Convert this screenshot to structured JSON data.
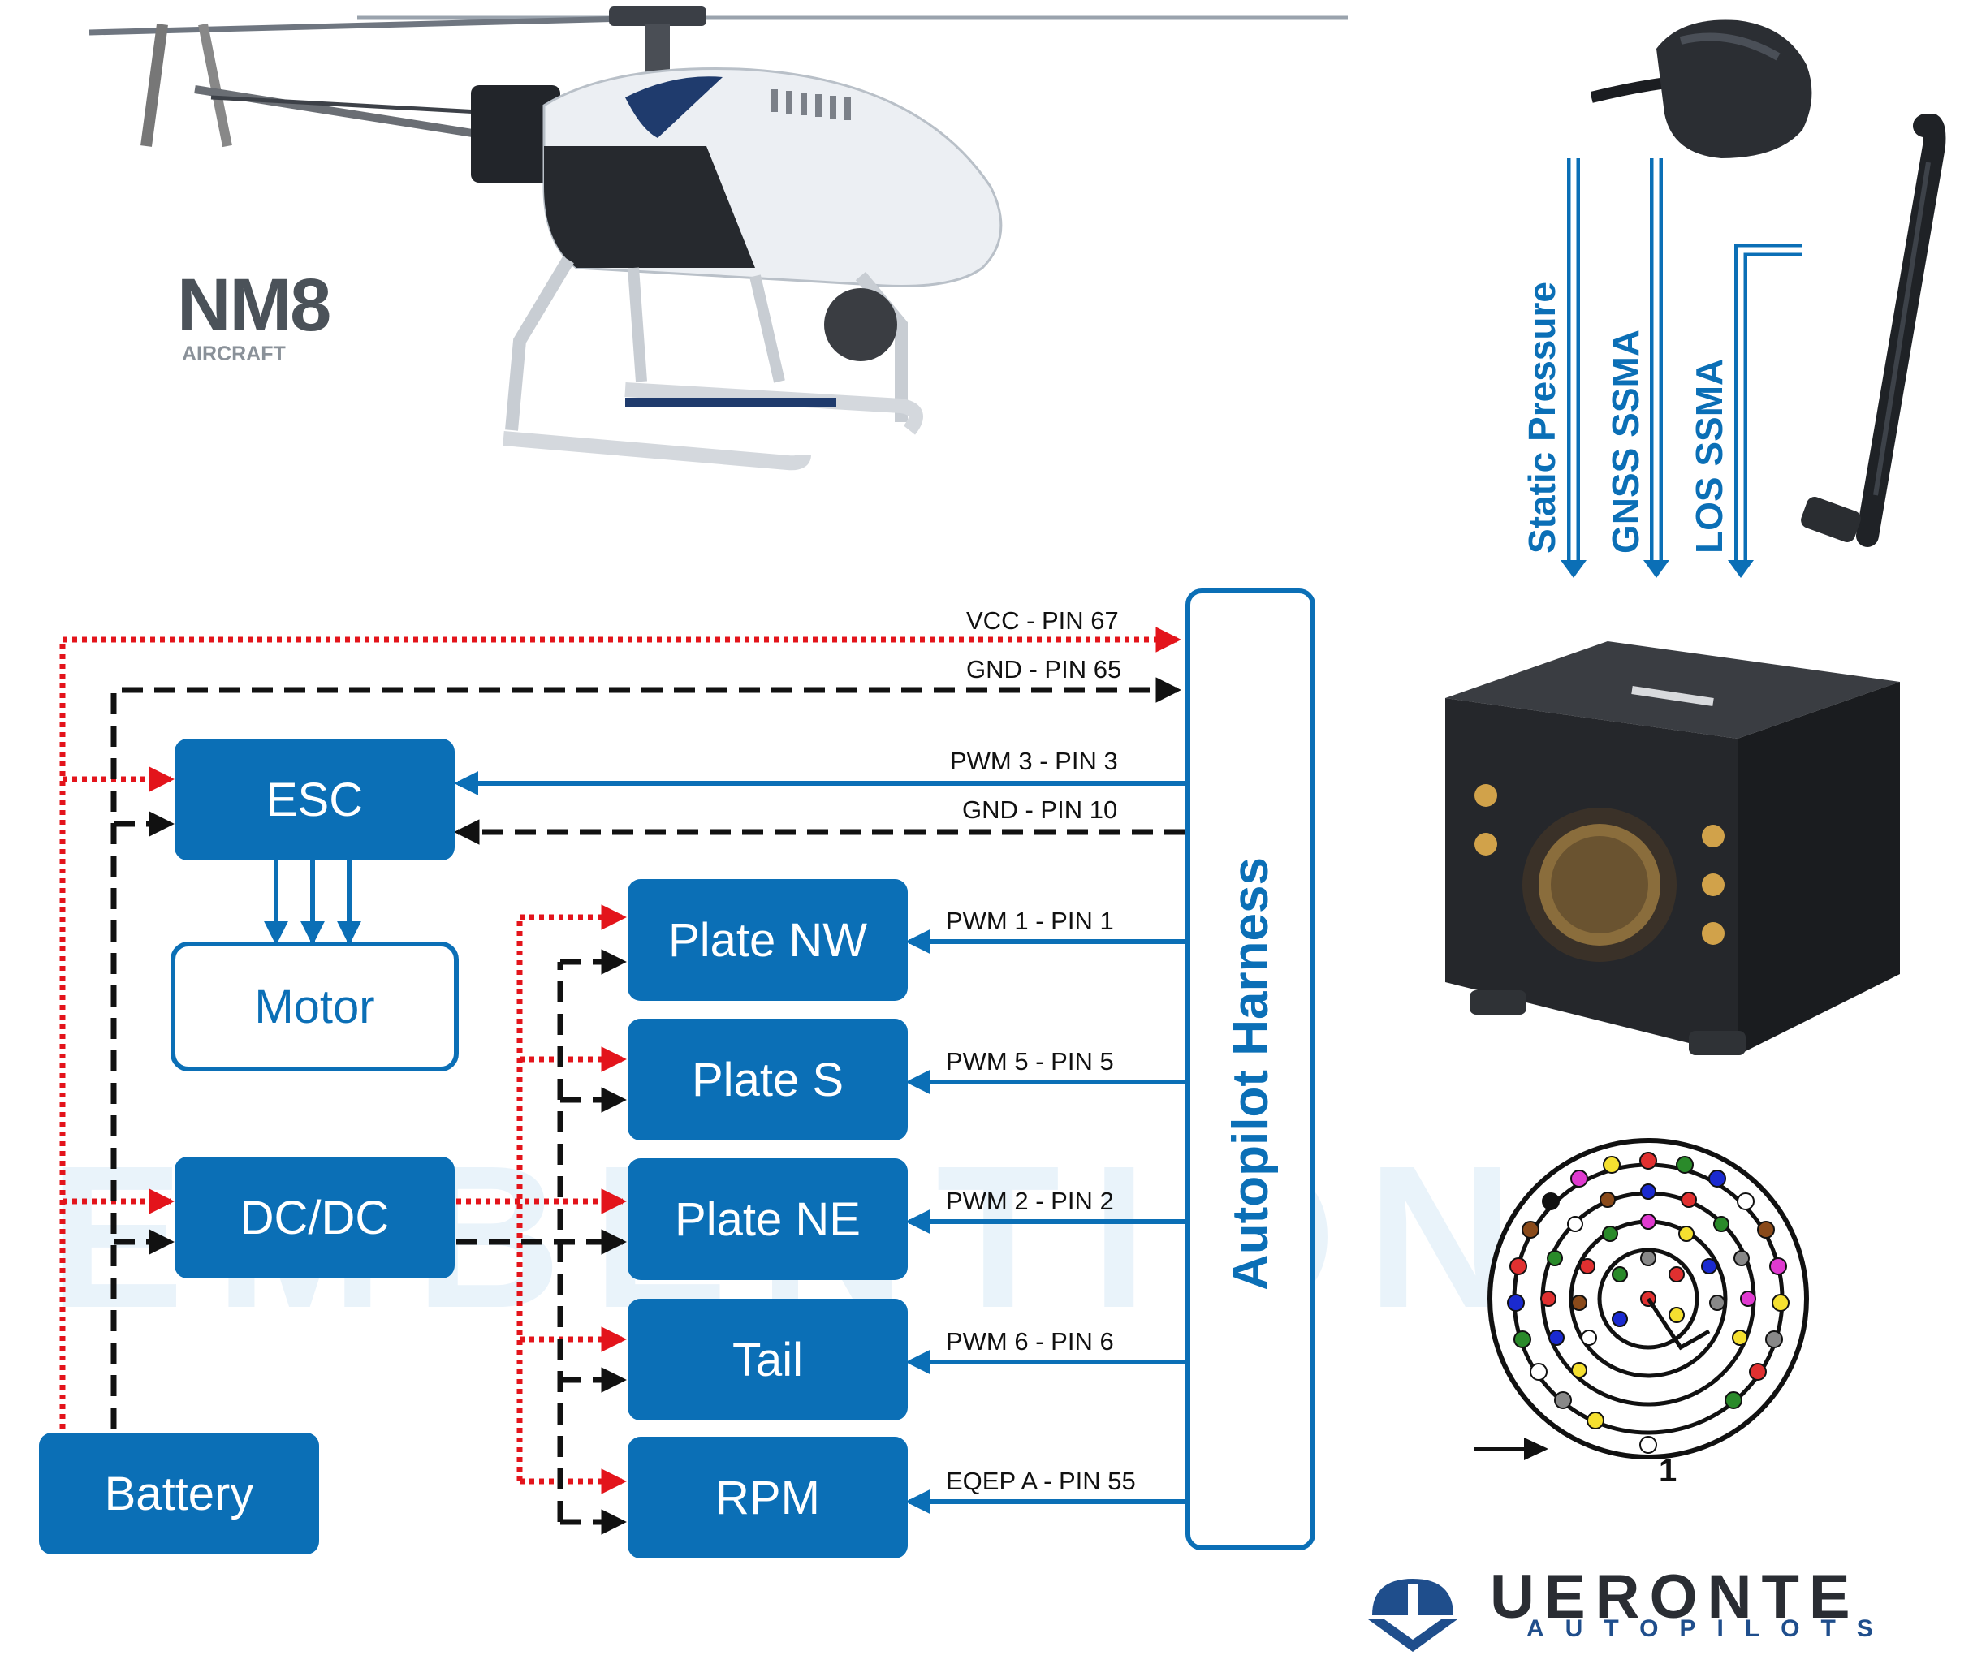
{
  "colors": {
    "signal_blue": "#0b6fb6",
    "power_red": "#e3141b",
    "ground_black": "#111111",
    "block_text": "#ffffff",
    "watermark": "#dcecf8"
  },
  "blocks": {
    "esc": "ESC",
    "motor": "Motor",
    "dcdc": "DC/DC",
    "battery": "Battery",
    "plate_nw": "Plate NW",
    "plate_s": "Plate S",
    "plate_ne": "Plate NE",
    "tail": "Tail",
    "rpm": "RPM",
    "harness": "Autopilot Harness"
  },
  "signals": {
    "vcc": "VCC - PIN 67",
    "gnd65": "GND - PIN 65",
    "pwm3": "PWM 3 - PIN 3",
    "gnd10": "GND - PIN 10",
    "pwm1": "PWM 1 - PIN 1",
    "pwm5": "PWM 5 - PIN 5",
    "pwm2": "PWM 2 - PIN 2",
    "pwm6": "PWM 6 - PIN 6",
    "eqep": "EQEP A - PIN 55"
  },
  "antenna_labels": {
    "static_pressure": "Static Pressure",
    "gnss": "GNSS SSMA",
    "los": "LOS  SSMA"
  },
  "brand": {
    "nm8_logo": "NM8",
    "nm8_sub": "AIRCRAFT",
    "veronte_name": "UERONTE",
    "veronte_sub": "AUTOPILOTS",
    "watermark": "EMBENTION"
  },
  "connector_pin_marker": "1",
  "icons": {
    "helicopter": "helicopter-photo",
    "gnss_puck": "gnss-antenna-icon",
    "los_antenna": "los-antenna-icon",
    "autopilot_unit": "autopilot-unit-icon",
    "connector": "connector-pinout-icon",
    "veronte_logo": "veronte-logo-icon"
  }
}
